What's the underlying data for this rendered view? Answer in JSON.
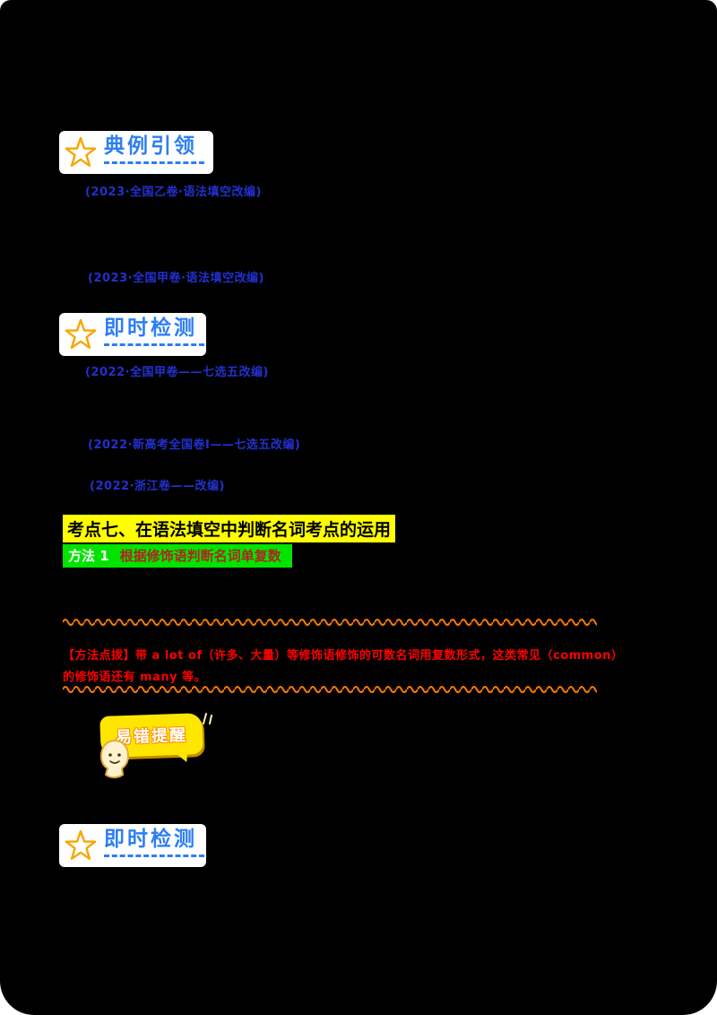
{
  "sections": {
    "classic": {
      "title": "典例引领"
    },
    "test1": {
      "title": "即时检测"
    },
    "test2": {
      "title": "即时检测"
    }
  },
  "citations": [
    {
      "text": "(2023·全国乙卷·语法填空改编)"
    },
    {
      "text": "(2023·全国甲卷·语法填空改编)"
    },
    {
      "text": "(2022·全国甲卷——七选五改编)"
    },
    {
      "text": "(2022·新高考全国卷I——七选五改编)"
    },
    {
      "text": "(2022·浙江卷——改编)"
    }
  ],
  "kaodian": {
    "title": "考点七、在语法填空中判断名词考点的运用"
  },
  "method": {
    "label": "方法 1",
    "text": "根据修饰语判断名词单复数"
  },
  "rule": {
    "line1": "【方法点拨】带 a lot of（许多、大量）等修饰语修饰的可数名词用复数形式，这类常见（common）",
    "line2": "的修饰语还有 many 等。"
  },
  "reminder": {
    "label": "易错提醒"
  },
  "icons": {
    "section_star": "star-outline",
    "mascot": "cartoon-face",
    "divider": "wavy-line"
  },
  "colors": {
    "page_bg": "#000000",
    "accent_blue": "#2e7ef2",
    "citation_blue": "#2230cf",
    "highlight_yellow": "#ffff00",
    "method_green": "#00e400",
    "rule_red": "#ff0000",
    "wave_orange": "#ff7a00",
    "bubble_yellow": "#ffe600",
    "star_orange": "#f7a600"
  }
}
